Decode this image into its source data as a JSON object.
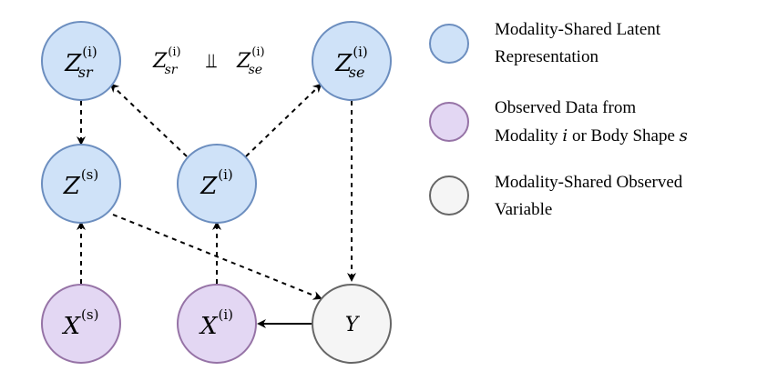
{
  "colors": {
    "latent_fill": "#cfe2f8",
    "latent_stroke": "#6c8ebf",
    "observed_fill": "#e3d7f3",
    "observed_stroke": "#9673a6",
    "shared_fill": "#f5f5f5",
    "shared_stroke": "#666666"
  },
  "nodes": {
    "z_sr": {
      "base": "Z",
      "sup": "(i)",
      "sub": "sr"
    },
    "z_se": {
      "base": "Z",
      "sup": "(i)",
      "sub": "se"
    },
    "z_s": {
      "base": "Z",
      "sup": "(s)"
    },
    "z_i": {
      "base": "Z",
      "sup": "(i)"
    },
    "x_s": {
      "base": "X",
      "sup": "(s)"
    },
    "x_i": {
      "base": "X",
      "sup": "(i)"
    },
    "y": {
      "base": "Y"
    }
  },
  "independence": {
    "left": {
      "base": "Z",
      "sup": "(i)",
      "sub": "sr"
    },
    "symbol": "⫫",
    "right": {
      "base": "Z",
      "sup": "(i)",
      "sub": "se"
    }
  },
  "legend": {
    "latent": {
      "line1": "Modality-Shared Latent",
      "line2": "Representation"
    },
    "observed": {
      "line1": "Observed Data from",
      "line2_prefix": "Modality ",
      "line2_var_i": "i",
      "line2_mid": " or Body Shape ",
      "line2_var_s": "s"
    },
    "shared": {
      "line1": "Modality-Shared Observed",
      "line2": "Variable"
    }
  }
}
